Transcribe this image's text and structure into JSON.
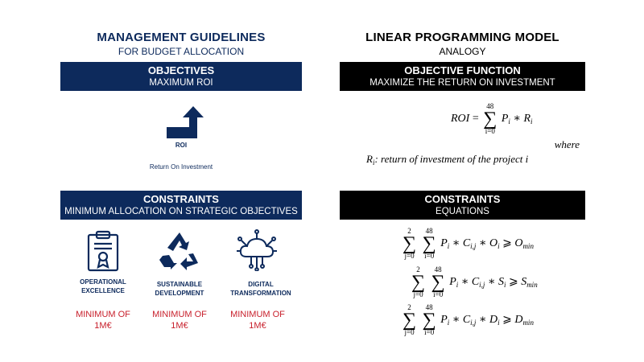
{
  "left": {
    "title": "MANAGEMENT GUIDELINES",
    "subtitle": "FOR BUDGET ALLOCATION",
    "objectives": {
      "title": "OBJECTIVES",
      "subtitle": "MAXIMUM ROI"
    },
    "roi_label": "ROI",
    "roi_caption": "Return On Investment",
    "constraints": {
      "title": "CONSTRAINTS",
      "subtitle": "MINIMUM ALLOCATION ON STRATEGIC OBJECTIVES"
    },
    "categories": [
      {
        "line1": "OPERATIONAL",
        "line2": "EXCELLENCE",
        "min1": "MINIMUM OF",
        "min2": "1M€",
        "icon": "certificate-clipboard-icon"
      },
      {
        "line1": "SUSTAINABLE",
        "line2": "DEVELOPMENT",
        "min1": "MINIMUM OF",
        "min2": "1M€",
        "icon": "recycle-icon"
      },
      {
        "line1": "DIGITAL",
        "line2": "TRANSFORMATION",
        "min1": "MINIMUM OF",
        "min2": "1M€",
        "icon": "cloud-network-icon"
      }
    ]
  },
  "right": {
    "title": "LINEAR PROGRAMMING MODEL",
    "subtitle": "ANALOGY",
    "objective": {
      "title": "OBJECTIVE FUNCTION",
      "subtitle": "MAXIMIZE THE RETURN ON INVESTMENT"
    },
    "roi_lhs": "ROI",
    "sum_upper": "48",
    "sum_lower": "i=0",
    "term": "P",
    "term2": "R",
    "sub_i": "i",
    "where": "where",
    "def_var": "R",
    "def_text": ": return of investment of the project i",
    "constraints": {
      "title": "CONSTRAINTS",
      "subtitle": "EQUATIONS"
    },
    "outer_upper": "2",
    "outer_lower": "j=0",
    "c_sub": "i,j",
    "equations": [
      {
        "var": "O",
        "rhs": "O",
        "rhs_sub": "min"
      },
      {
        "var": "S",
        "rhs": "S",
        "rhs_sub": "min"
      },
      {
        "var": "D",
        "rhs": "D",
        "rhs_sub": "min"
      }
    ]
  },
  "colors": {
    "navy": "#0d2a5c",
    "black": "#000000",
    "red": "#c8202c"
  }
}
